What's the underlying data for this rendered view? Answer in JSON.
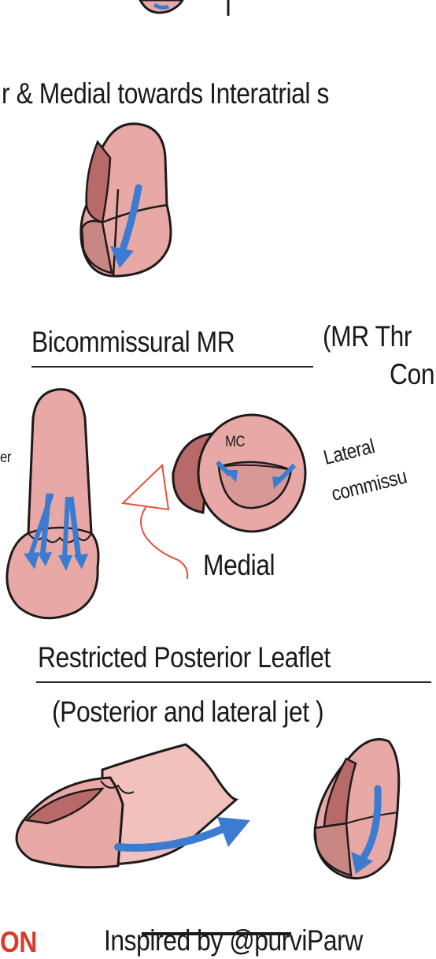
{
  "top_caption": "r & Medial towards Interatrial s",
  "sections": {
    "bicommissural": {
      "title": "Bicommissural MR",
      "note_line1": "(MR Thr",
      "note_line2": "Con",
      "left_cut_label": "er",
      "mc_label": "MC",
      "lateral_label_1": "Lateral",
      "lateral_label_2": "commissu",
      "medial_label": "Medial"
    },
    "restricted_posterior": {
      "title": "Restricted Posterior Leaflet",
      "subtitle": "(Posterior and lateral jet )"
    }
  },
  "footer": {
    "left_text": "ON",
    "credit_text": "Inspired by @purviParw"
  },
  "colors": {
    "tissue": "#e8a8a6",
    "tissue_light": "#f1c2bd",
    "tissue_dark": "#b86a68",
    "outline": "#1e1a1a",
    "arrow": "#3b7cd0",
    "annotation": "#e8503a"
  }
}
